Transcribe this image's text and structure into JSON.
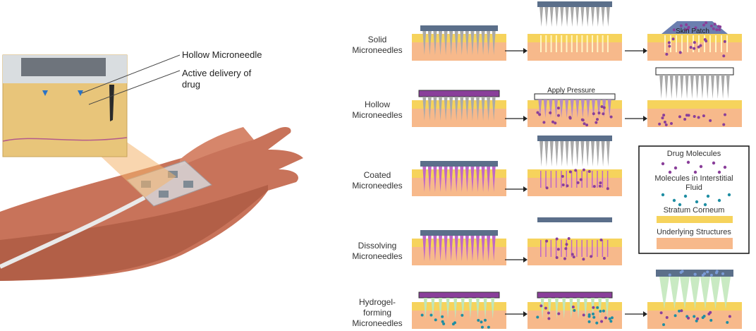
{
  "photo": {
    "labels": {
      "hollow_microneedle": "Hollow Microneedle",
      "active_delivery_line1": "Active delivery of",
      "active_delivery_line2": "drug"
    },
    "colors": {
      "skin": "#c9765a",
      "skin_shadow": "#8f4a37",
      "tissue": "#e4c77b",
      "patch": "#b7c1c9"
    }
  },
  "rows": [
    {
      "id": "solid",
      "label_line1": "Solid",
      "label_line2": "Microneedles",
      "steps": 3,
      "note": "Skin Patch"
    },
    {
      "id": "hollow",
      "label_line1": "Hollow",
      "label_line2": "Microneedles",
      "steps": 3,
      "note": "Apply Pressure"
    },
    {
      "id": "coated",
      "label_line1": "Coated",
      "label_line2": "Microneedles",
      "steps": 2,
      "note": ""
    },
    {
      "id": "dissolving",
      "label_line1": "Dissolving",
      "label_line2": "Microneedles",
      "steps": 2,
      "note": ""
    },
    {
      "id": "hydrogel",
      "label_line1": "Hydrogel-",
      "label_line2": "forming",
      "label_line3": "Microneedles",
      "steps": 3,
      "note": ""
    }
  ],
  "legend": {
    "drug_molecules": "Drug Molecules",
    "interstitial_line1": "Molecules in Interstitial",
    "interstitial_line2": "Fluid",
    "stratum_corneum": "Stratum Corneum",
    "underlying": "Underlying Structures"
  },
  "colors": {
    "stratum": "#f6d35c",
    "underlying": "#f7b98b",
    "needle": "#a9a9a9",
    "backing": "#5b6f8a",
    "drug": "#8a3f9a",
    "fluid": "#1f8ea3",
    "coated": "#c067c6",
    "hydrogel": "#bfe6b8"
  }
}
